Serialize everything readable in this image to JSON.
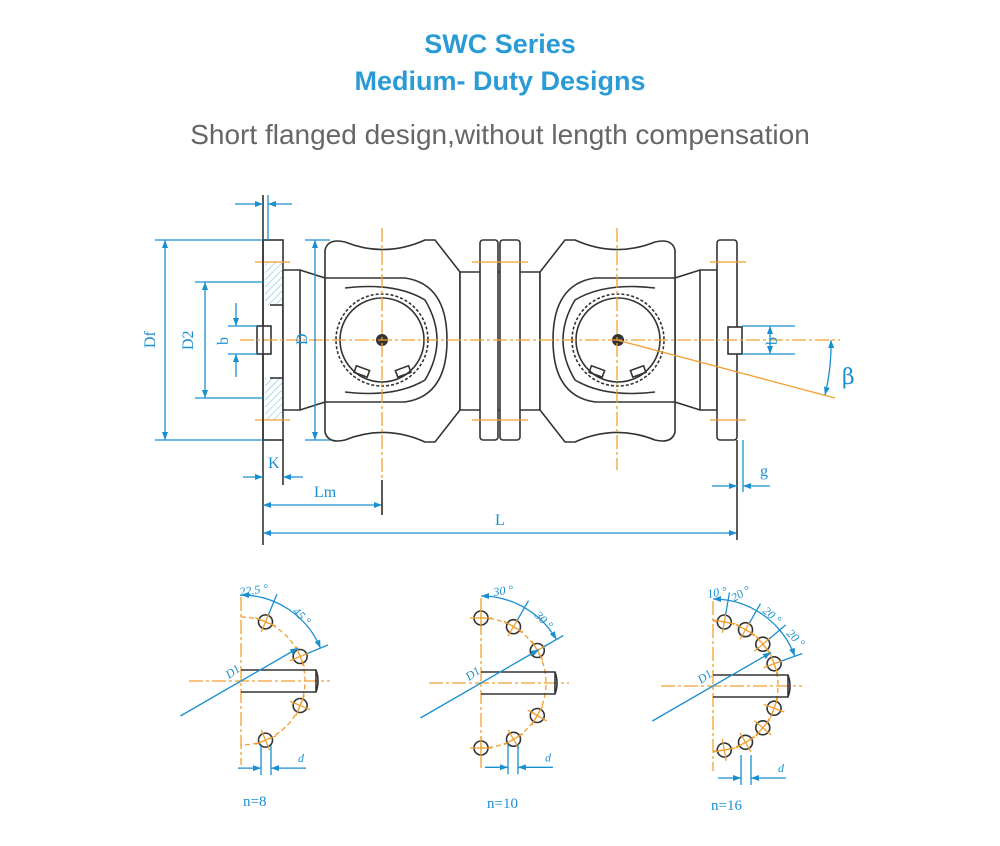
{
  "header": {
    "title_line1": "SWC Series",
    "title_line2": "Medium- Duty Designs",
    "subtitle": "Short flanged design,without length compensation"
  },
  "colors": {
    "title": "#2b9bd6",
    "dimension": "#1a8fd0",
    "centerline": "#f0a030",
    "outline": "#333333"
  },
  "main_drawing": {
    "labels": {
      "Df": "Df",
      "D2": "D2",
      "b_left": "b",
      "D": "D",
      "K": "K",
      "Lm": "Lm",
      "L": "L",
      "g": "g",
      "b_right": "b",
      "beta": "β"
    }
  },
  "bolt_patterns": [
    {
      "n_label": "n=8",
      "angles": [
        "22.5 °",
        "45 °"
      ],
      "diameter_label": "D1",
      "hole_label": "d"
    },
    {
      "n_label": "n=10",
      "angles": [
        "30 °",
        "30 °"
      ],
      "diameter_label": "D1",
      "hole_label": "d"
    },
    {
      "n_label": "n=16",
      "angles": [
        "10 °",
        "20 °",
        "20 °",
        "20 °"
      ],
      "diameter_label": "D1",
      "hole_label": "d"
    }
  ]
}
